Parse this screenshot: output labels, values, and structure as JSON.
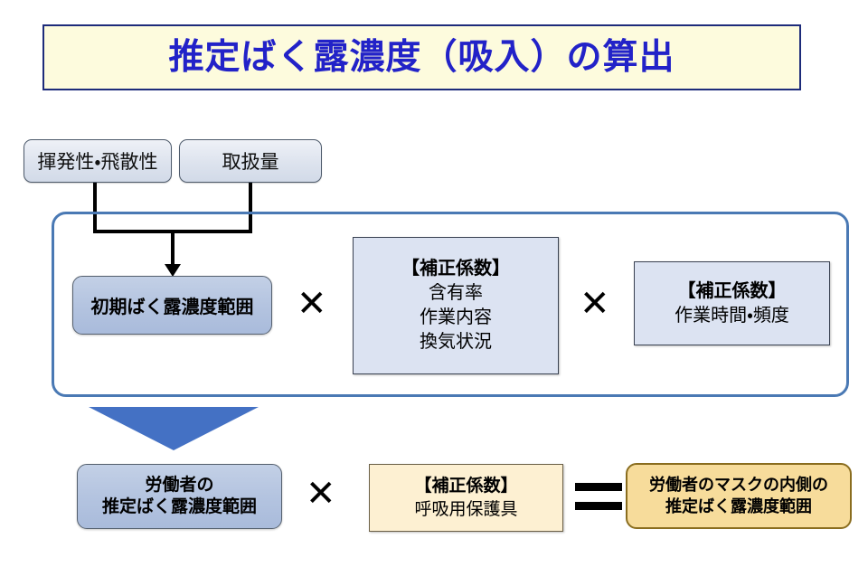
{
  "title": {
    "text": "推定ばく露濃度（吸入）の算出",
    "text_color": "#2222c8",
    "background": "#fdfbdd",
    "border_color": "#1d2b7a"
  },
  "inputs": [
    {
      "id": "volatility",
      "label": "揮発性・飛散性"
    },
    {
      "id": "amount",
      "label": "取扱量"
    }
  ],
  "formula_row_1": {
    "initial_range": {
      "label": "初期ばく露濃度範囲",
      "fill": "#b4c4e0"
    },
    "operator_1": "✕",
    "factor_1": {
      "header": "【補正係数】",
      "lines": [
        "含有率",
        "作業内容",
        "換気状況"
      ],
      "fill": "#dce3f2"
    },
    "operator_2": "✕",
    "factor_2": {
      "header": "【補正係数】",
      "lines": [
        "作業時間・頻度"
      ],
      "fill": "#dce3f2"
    },
    "container_border_color": "#4a79b4"
  },
  "arrow": {
    "direction": "down",
    "color": "#4471c4"
  },
  "formula_row_2": {
    "worker_range": {
      "line1": "労働者の",
      "line2": "推定ばく露濃度範囲",
      "fill": "#b4c4e0"
    },
    "operator_1": "✕",
    "factor_3": {
      "header": "【補正係数】",
      "lines": [
        "呼吸用保護具"
      ],
      "fill": "#fdf0d2"
    },
    "operator_equals": "=",
    "result": {
      "line1": "労働者のマスクの内側の",
      "line2": "推定ばく露濃度範囲",
      "fill": "#f7dc9b",
      "border_color": "#8a6d1f"
    }
  }
}
